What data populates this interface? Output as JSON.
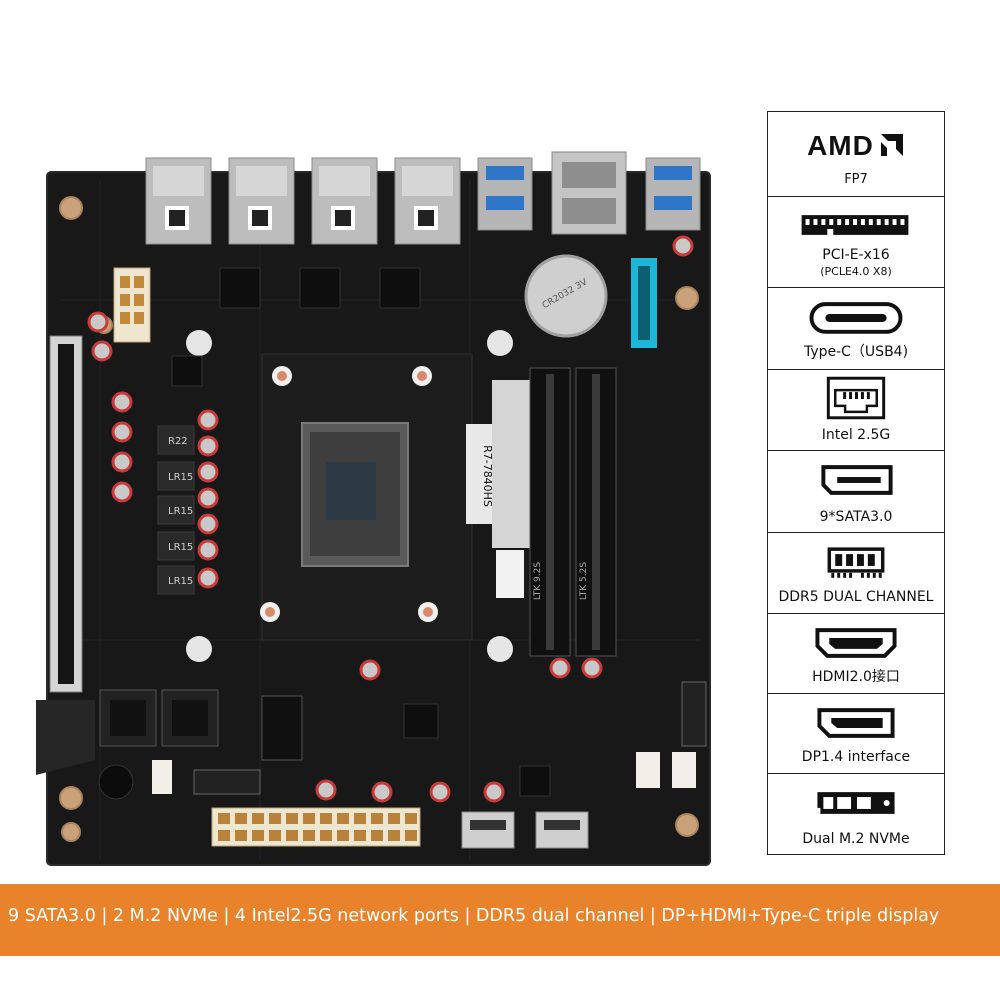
{
  "board": {
    "cpu_label": "R7-7840HS",
    "battery_label": "CR2032 3V",
    "dimm_label_1": "LTK 9.2S",
    "dimm_label_2": "LTK 5.2S",
    "inductor_labels": [
      "R22",
      "LR15",
      "LR15",
      "LR15",
      "LR15"
    ],
    "lan_port_count": 4,
    "colors": {
      "pcb": "#161616",
      "silver": "#b9b9b9",
      "usb_blue": "#2f76c9",
      "cyan_header": "#1fb7d8",
      "capacitor": "#c93a3a"
    }
  },
  "specs": [
    {
      "icon": "amd-logo",
      "label": "AMD",
      "sub": "FP7"
    },
    {
      "icon": "pcie-slot-icon",
      "label": "PCI-E-x16",
      "sub": "(PCLE4.0 X8)"
    },
    {
      "icon": "usb-c-icon",
      "label": "Type-C（USB4)"
    },
    {
      "icon": "ethernet-port-icon",
      "label": "Intel 2.5G"
    },
    {
      "icon": "sata-port-icon",
      "label": "9*SATA3.0"
    },
    {
      "icon": "memory-module-icon",
      "label": "DDR5 DUAL CHANNEL"
    },
    {
      "icon": "hdmi-port-icon",
      "label": "HDMI2.0接口"
    },
    {
      "icon": "displayport-icon",
      "label": "DP1.4 interface"
    },
    {
      "icon": "m2-ssd-icon",
      "label": "Dual M.2 NVMe"
    }
  ],
  "banner": {
    "text": "9 SATA3.0 | 2 M.2 NVMe | 4 Intel2.5G network ports | DDR5 dual channel | DP+HDMI+Type-C triple display"
  }
}
